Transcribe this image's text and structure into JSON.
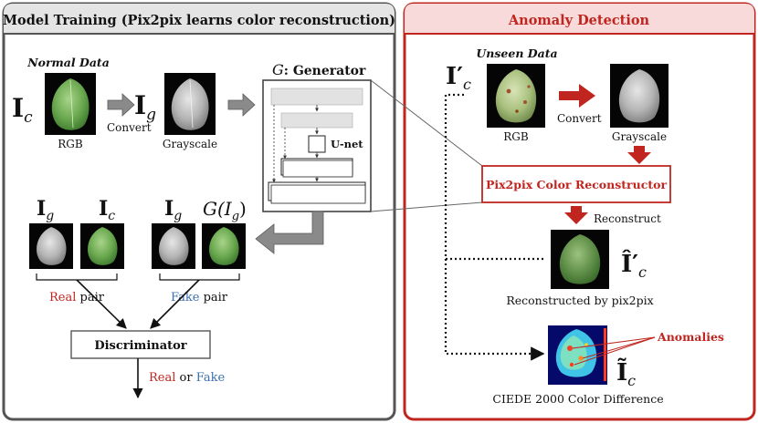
{
  "colors": {
    "panel_left_border": "#555555",
    "panel_right_border": "#c0261f",
    "real": "#c0261f",
    "fake": "#3d6fb0",
    "arrow_gray": "#8a8a8a",
    "arrow_red": "#c0261f"
  },
  "training": {
    "title": "Model Training (Pix2pix learns color reconstruction)",
    "normal_data_label": "Normal Data",
    "ic_symbol": "I",
    "ic_sub": "c",
    "ig_symbol": "I",
    "ig_sub": "g",
    "rgb_label": "RGB",
    "convert_label": "Convert",
    "grayscale_label": "Grayscale",
    "generator_title_g": "G",
    "generator_title_rest": ": Generator",
    "unet_label": "U-net",
    "pair_ig1_sym": "I",
    "pair_ig1_sub": "g",
    "pair_ic_sym": "I",
    "pair_ic_sub": "c",
    "pair_ig2_sym": "I",
    "pair_ig2_sub": "g",
    "pair_gig": "G(I",
    "pair_gig_sub": "g",
    "pair_gig_close": ")",
    "real_word": "Real",
    "real_pair_rest": " pair",
    "fake_word": "Fake",
    "fake_pair_rest": " pair",
    "discriminator_label": "Discriminator",
    "out_real": "Real",
    "out_or": " or ",
    "out_fake": "Fake"
  },
  "detection": {
    "title": "Anomaly Detection",
    "unseen_label": "Unseen Data",
    "input_symbol": "I′",
    "input_sub": "c",
    "rgb_label": "RGB",
    "convert_label": "Convert",
    "grayscale_label": "Grayscale",
    "reconstructor_label": "Pix2pix Color Reconstructor",
    "reconstruct_label": "Reconstruct",
    "recon_symbol": "Î′",
    "recon_sub": "c",
    "recon_caption": "Reconstructed by pix2pix",
    "anomalies_label": "Anomalies",
    "diff_symbol": "Ĩ",
    "diff_sub": "c",
    "diff_caption": "CIEDE 2000 Color Difference"
  }
}
